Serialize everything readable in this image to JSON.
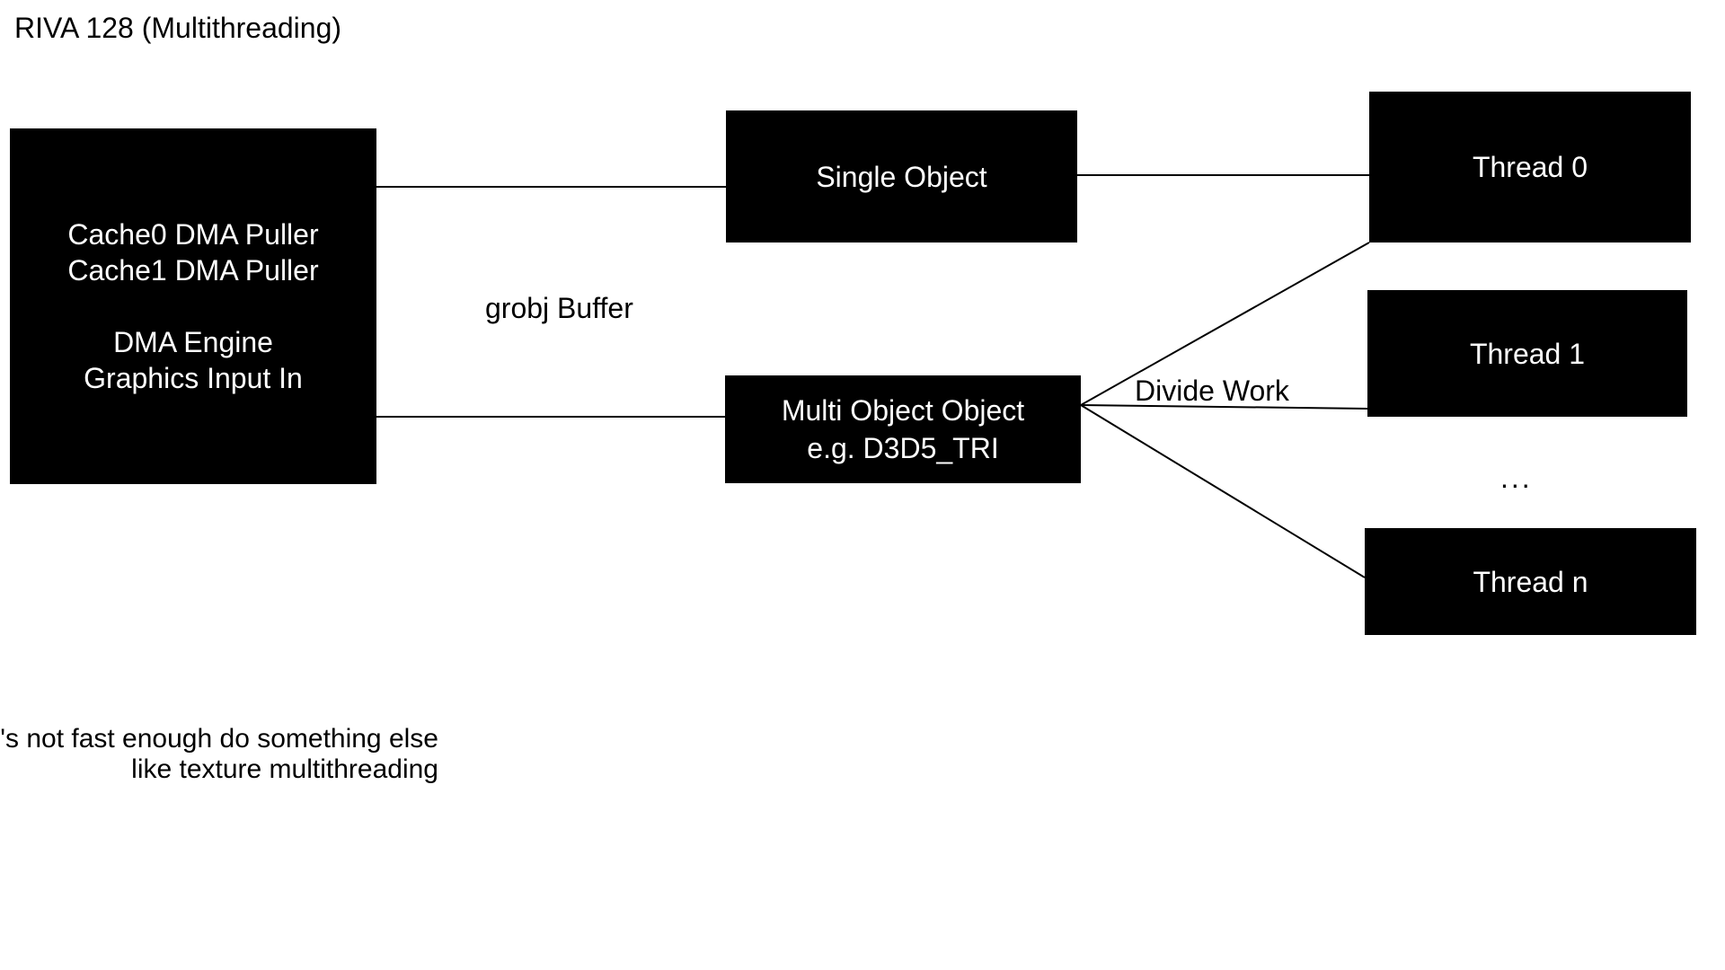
{
  "title": "RIVA 128 (Multithreading)",
  "nodes": {
    "dma_puller": {
      "lines": [
        "Cache0 DMA Puller",
        "Cache1 DMA Puller",
        "",
        "DMA Engine",
        "Graphics Input In"
      ]
    },
    "single_object": {
      "label": "Single Object"
    },
    "multi_object": {
      "lines": [
        "Multi Object Object",
        "e.g. D3D5_TRI"
      ]
    },
    "thread0": {
      "label": "Thread 0"
    },
    "thread1": {
      "label": "Thread 1"
    },
    "threadn": {
      "label": "Thread n"
    },
    "ellipsis": "..."
  },
  "edge_labels": {
    "grobj_buffer": "grobj Buffer",
    "divide_work": "Divide Work"
  },
  "note": {
    "line1": "If it's not fast enough do something else",
    "line2": "like texture multithreading"
  },
  "colors": {
    "background": "#ffffff",
    "node_fill": "#000000",
    "node_text": "#ffffff",
    "line": "#000000",
    "text": "#000000"
  }
}
